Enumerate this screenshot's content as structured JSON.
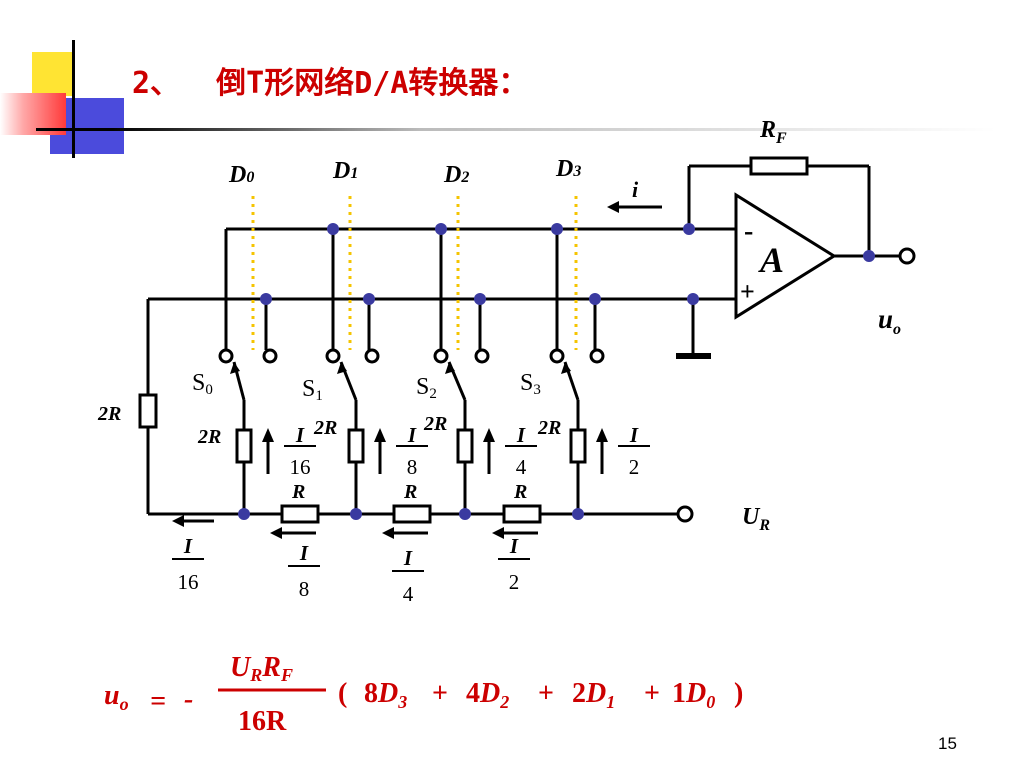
{
  "slide": {
    "title": "2、  倒T形网络D/A转换器：",
    "page_number": "15"
  },
  "colors": {
    "title": "#cc0000",
    "node": "#3a3aa0",
    "dotted": "#f5c400",
    "wire": "#000000",
    "formula": "#cc0000"
  },
  "circuit": {
    "digit_labels": [
      {
        "main": "D",
        "sub": "0"
      },
      {
        "main": "D",
        "sub": "1"
      },
      {
        "main": "D",
        "sub": "2"
      },
      {
        "main": "D",
        "sub": "3"
      }
    ],
    "switch_labels": [
      {
        "main": "S",
        "sub": "0"
      },
      {
        "main": "S",
        "sub": "1"
      },
      {
        "main": "S",
        "sub": "2"
      },
      {
        "main": "S",
        "sub": "3"
      }
    ],
    "feedback": {
      "main": "R",
      "sub": "F"
    },
    "current_i": "i",
    "opamp": {
      "name": "A",
      "minus": "-",
      "plus": "+"
    },
    "output": {
      "main": "u",
      "sub": "o"
    },
    "reference": {
      "main": "U",
      "sub": "R"
    },
    "left_resistor": "2R",
    "branch_resistors": [
      "2R",
      "2R",
      "2R",
      "2R"
    ],
    "series_resistors": [
      "R",
      "R",
      "R"
    ],
    "branch_currents": [
      {
        "num": "I",
        "den": "16"
      },
      {
        "num": "I",
        "den": "8"
      },
      {
        "num": "I",
        "den": "4"
      },
      {
        "num": "I",
        "den": "2"
      }
    ],
    "bottom_currents": [
      {
        "num": "I",
        "den": "16"
      },
      {
        "num": "I",
        "den": "8"
      },
      {
        "num": "I",
        "den": "4"
      },
      {
        "num": "I",
        "den": "2"
      }
    ]
  },
  "formula": {
    "lhs": {
      "main": "u",
      "sub": "o"
    },
    "equals": "=",
    "sign": "-",
    "num_a": {
      "main": "U",
      "sub": "R"
    },
    "num_b": {
      "main": "R",
      "sub": "F"
    },
    "den": "16R",
    "open": "(",
    "terms": [
      {
        "coef": "8",
        "main": "D",
        "sub": "3"
      },
      {
        "coef": "4",
        "main": "D",
        "sub": "2"
      },
      {
        "coef": "2",
        "main": "D",
        "sub": "1"
      },
      {
        "coef": "1",
        "main": "D",
        "sub": "0"
      }
    ],
    "plus": "+",
    "close": ")"
  }
}
